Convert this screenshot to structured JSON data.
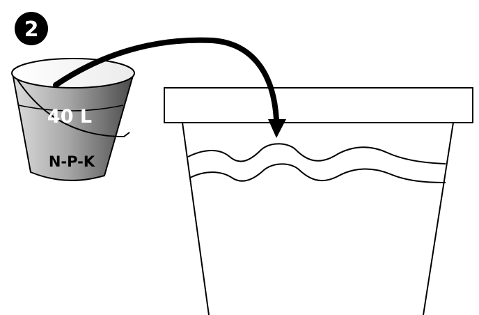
{
  "step": {
    "number": "2"
  },
  "bucket": {
    "volume_label": "40 L",
    "fertilizer_label": "N-P-K"
  },
  "colors": {
    "ink": "#000000",
    "paper": "#ffffff",
    "bucket_light": "#d9d9d9",
    "bucket_dark": "#4a4a4a"
  },
  "icons": {
    "step_badge": "circled-number-icon",
    "bucket": "bucket-icon",
    "pour_arrow": "curved-arrow-icon",
    "tank": "open-tank-icon"
  }
}
